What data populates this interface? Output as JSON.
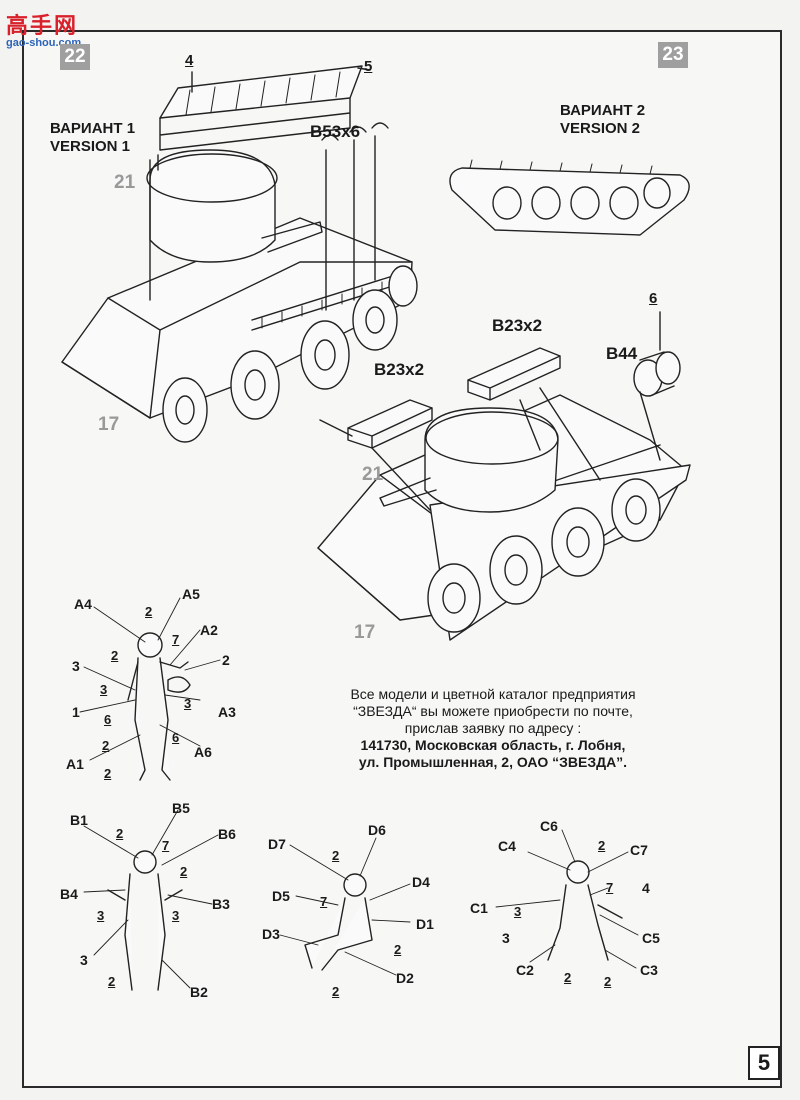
{
  "watermark": {
    "main": "高手网",
    "url": "gao-shou.com"
  },
  "steps": {
    "left": "22",
    "right": "23"
  },
  "variants": {
    "v1_ru": "ВАРИАНТ 1",
    "v1_en": "VERSION 1",
    "v2_ru": "ВАРИАНТ 2",
    "v2_en": "VERSION 2"
  },
  "parts": {
    "p4": "4",
    "p5": "5",
    "p6": "6",
    "b53": "B53x6",
    "b23a": "B23x2",
    "b23b": "B23x2",
    "b44": "B44",
    "s21a": "21",
    "s21b": "21",
    "s17a": "17",
    "s17b": "17"
  },
  "figureA": {
    "A4": "A4",
    "A5": "A5",
    "A2": "A2",
    "A3": "A3",
    "A1": "A1",
    "A6": "A6",
    "n3": "3",
    "n1": "1",
    "n2": "2",
    "u2a": "2",
    "u2b": "2",
    "u7": "7",
    "u3a": "3",
    "u6a": "6",
    "u3b": "3",
    "u6b": "6",
    "u2c": "2",
    "u2d": "2"
  },
  "figureB": {
    "B1": "B1",
    "B5": "B5",
    "B6": "B6",
    "B4": "B4",
    "B3": "B3",
    "B2": "B2",
    "n3": "3",
    "u2a": "2",
    "u7": "7",
    "u2b": "2",
    "u3a": "3",
    "u3b": "3",
    "u2c": "2"
  },
  "figureD": {
    "D7": "D7",
    "D6": "D6",
    "D5": "D5",
    "D4": "D4",
    "D3": "D3",
    "D1": "D1",
    "D2": "D2",
    "u2a": "2",
    "u7": "7",
    "u2b": "2",
    "u2c": "2"
  },
  "figureC": {
    "C6": "C6",
    "C4": "C4",
    "C7": "C7",
    "C1": "C1",
    "C5": "C5",
    "C2": "C2",
    "C3": "C3",
    "n3": "3",
    "n4": "4",
    "u2a": "2",
    "u7": "7",
    "u3": "3",
    "u2b": "2",
    "u2c": "2"
  },
  "info": {
    "line1": "Все модели и цветной каталог предприятия",
    "line2": "“ЗВЕЗДА“ вы можете приобрести по почте,",
    "line3": "прислав заявку по адресу :",
    "line4": "141730, Московская область, г. Лобня,",
    "line5": "ул. Промышленная, 2, ОАО “ЗВЕЗДА”."
  },
  "page_number": "5"
}
